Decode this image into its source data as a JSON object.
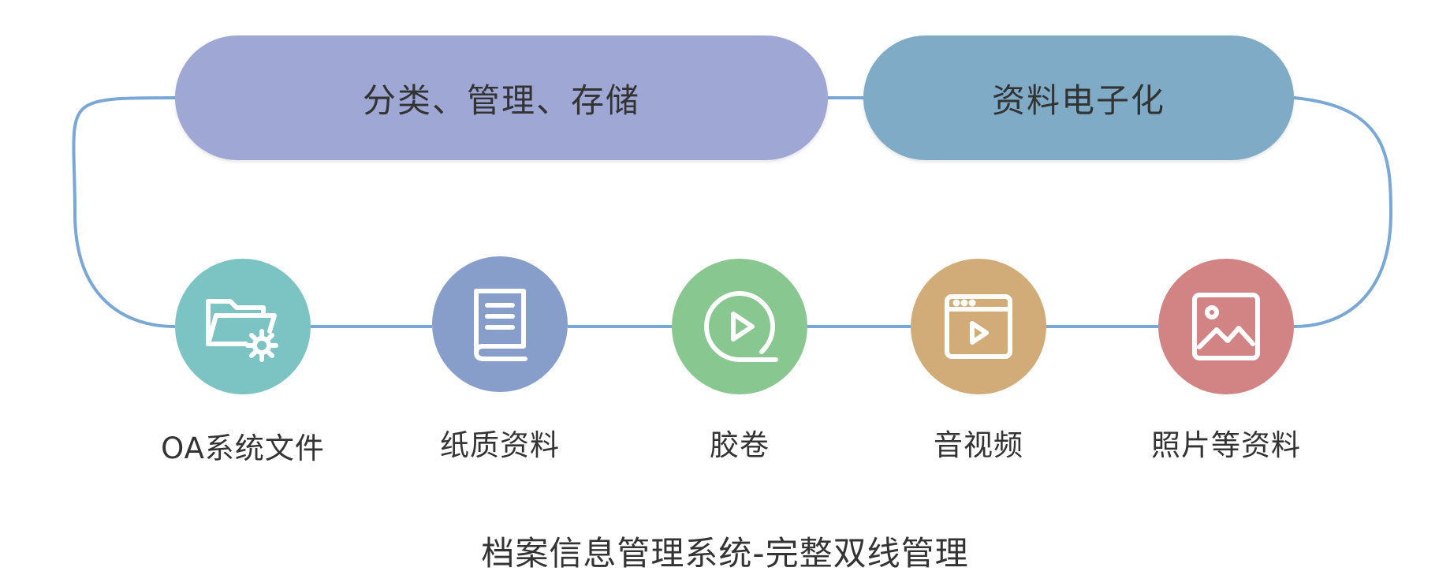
{
  "colors": {
    "connector": "#7aa8d6",
    "pill_left": "#9fa8d4",
    "pill_right": "#7fabc6",
    "icon_stroke": "#ffffff"
  },
  "groups": [
    {
      "label": "分类、管理、存储"
    },
    {
      "label": "资料电子化"
    }
  ],
  "nodes": [
    {
      "label": "OA系统文件",
      "icon": "folder-gear-icon",
      "color": "#7cc3c4"
    },
    {
      "label": "纸质资料",
      "icon": "book-icon",
      "color": "#879ecb"
    },
    {
      "label": "胶卷",
      "icon": "film-reel-play-icon",
      "color": "#88c78f"
    },
    {
      "label": "音视频",
      "icon": "video-window-icon",
      "color": "#d1ab78"
    },
    {
      "label": "照片等资料",
      "icon": "image-icon",
      "color": "#d28383"
    }
  ],
  "caption": "档案信息管理系统-完整双线管理"
}
